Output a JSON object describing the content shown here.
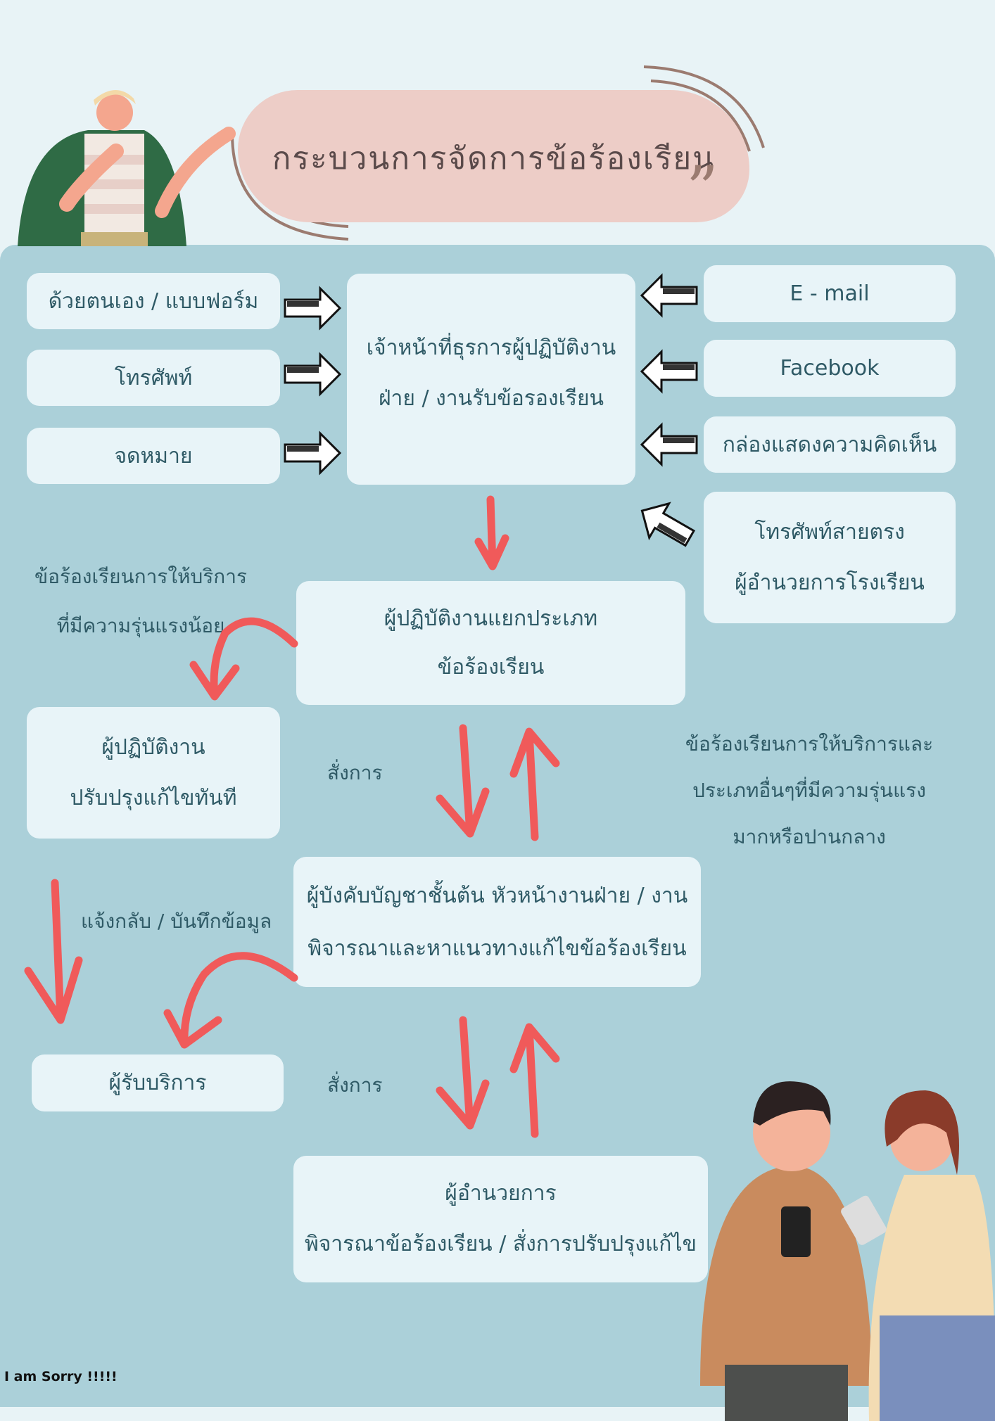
{
  "title": "กระบวนการจัดการข้อร้องเรียน",
  "channels_left": [
    "ด้วยตนเอง / แบบฟอร์ม",
    "โทรศัพท์",
    "จดหมาย"
  ],
  "channels_right": [
    "E - mail",
    "Facebook",
    "กล่องแสดงความคิดเห็น"
  ],
  "direct_line": [
    "โทรศัพท์สายตรง",
    "ผู้อำนวยการโรงเรียน"
  ],
  "reception": [
    "เจ้าหน้าที่ธุรการผู้ปฏิบัติงาน",
    "ฝ่าย / งานรับข้อรองเรียน"
  ],
  "classifier": [
    "ผู้ปฏิบัติงานแยกประเภท",
    "ข้อร้องเรียน"
  ],
  "minor_label": [
    "ข้อร้องเรียนการให้บริการ",
    "ที่มีความรุ่นแรงน้อย"
  ],
  "worker": [
    "ผู้ปฏิบัติงาน",
    "ปรับปรุงแก้ไขทันที"
  ],
  "serious_label": [
    "ข้อร้องเรียนการให้บริการและ",
    "ประเภทอื่นๆที่มีความรุ่นแรง",
    "มากหรือปานกลาง"
  ],
  "order_label_1": "สั่งการ",
  "supervisor": [
    "ผู้บังคับบัญชาชั้นต้น หัวหน้างานฝ่าย / งาน",
    "พิจารณาและหาแนวทางแก้ไขข้อร้องเรียน"
  ],
  "feedback_label": "แจ้งกลับ / บันทึกข้อมูล",
  "client": "ผู้รับบริการ",
  "order_label_2": "สั่งการ",
  "director": [
    "ผู้อำนวยการ",
    "พิจารณาข้อร้องเรียน / สั่งการปรับปรุงแก้ไข"
  ],
  "footer_note": "I am Sorry !!!!!",
  "colors": {
    "panel": "#abd0d9",
    "box": "#e8f4f8",
    "arrow_red": "#f05a5a",
    "title_blob": "#edcdc7"
  }
}
